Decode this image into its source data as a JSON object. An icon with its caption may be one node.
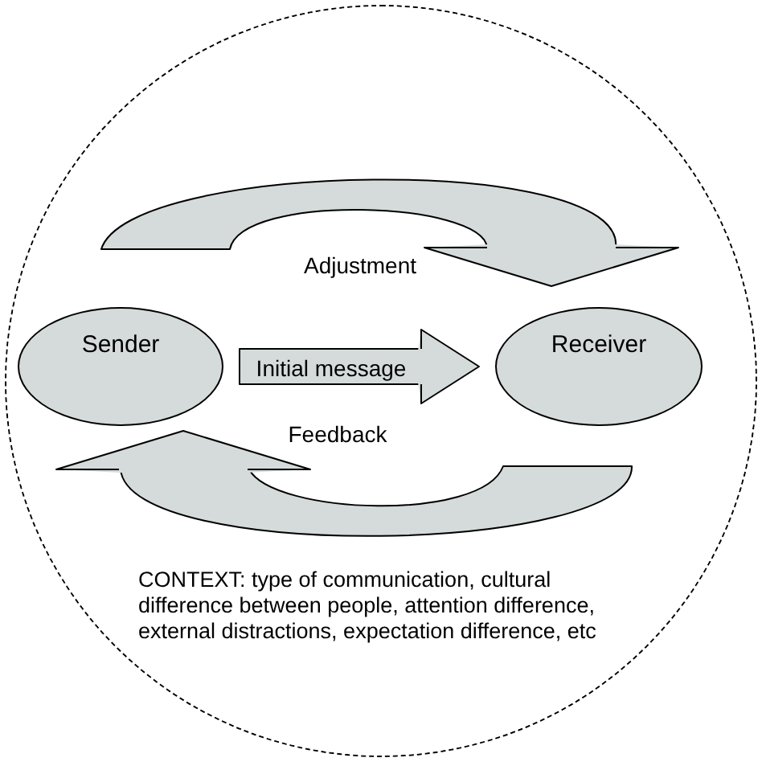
{
  "diagram": {
    "nodes": [
      {
        "text": [
          "CONTEXT: type of communication, cultural difference between people, attention difference, external distractions, expectation difference, etc"
        ]
      },
      {
        "text": [
          "Sender"
        ],
        "in": 0
      },
      {
        "text": [
          "Receiver"
        ],
        "in": 0
      }
    ],
    "edges": [
      {
        "from": 1,
        "to": 2,
        "arrow": "to",
        "label": "Adjustment"
      },
      {
        "from": 1,
        "to": 2,
        "arrow": "to",
        "label": "Initial message"
      },
      {
        "from": 2,
        "to": 1,
        "arrow": "to",
        "label": "Feedback"
      }
    ]
  }
}
